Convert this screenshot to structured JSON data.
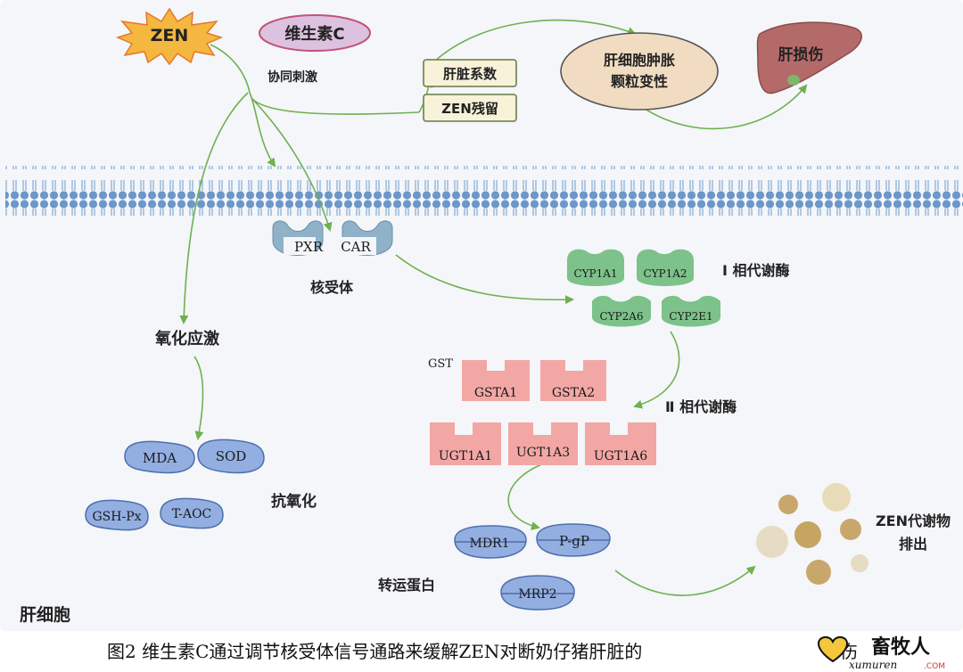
{
  "top": {
    "zen": "ZEN",
    "vitamin_c": "维生素C",
    "co_stimulation": "协同刺激",
    "liver_index": "肝脏系数",
    "zen_residue": "ZEN残留",
    "cell_swelling_line1": "肝细胞肿胀",
    "cell_swelling_line2": "颗粒变性",
    "liver_injury": "肝损伤"
  },
  "receptors": {
    "pxr": "PXR",
    "car": "CAR",
    "label": "核受体"
  },
  "phase1": {
    "title": "Ⅰ 相代谢酶",
    "enzymes": [
      "CYP1A1",
      "CYP1A2",
      "CYP2A6",
      "CYP2E1"
    ]
  },
  "phase2": {
    "title": "Ⅱ 相代谢酶",
    "gst": [
      "GSTA1",
      "GSTA2"
    ],
    "ugt": [
      "UGT1A1",
      "UGT1A3",
      "UGT1A6"
    ],
    "faint_text": "GST"
  },
  "oxidative": {
    "stress_label": "氧化应激",
    "enzymes": [
      "MDA",
      "SOD",
      "GSH-Px",
      "T-AOC"
    ],
    "antioxidant_label": "抗氧化"
  },
  "transport": {
    "proteins": [
      "MDR1",
      "P-gP",
      "MRP2"
    ],
    "label": "转运蛋白"
  },
  "excretion": {
    "line1": "ZEN代谢物",
    "line2": "排出"
  },
  "cell_label": "肝细胞",
  "caption": "图2    维生素C通过调节核受体信号通路来缓解ZEN对断奶仔猪肝脏的",
  "caption_tail": "伤",
  "watermark": {
    "brand": "畜牧人",
    "url_main": "xumuren",
    "url_tld": ".COM"
  },
  "colors": {
    "arrow": "#6fb04f",
    "membrane": "#6c97c9",
    "receptor": "#8fb2c9",
    "phase1": "#7cc28a",
    "phase2": "#f2a7a5",
    "blue_enzyme": "#93aee0",
    "zen_star": "#f4b73f",
    "vitc_ellipse": "#dcc2df",
    "box_fill": "#f7f2d8",
    "swelling": "#f1dcc2",
    "liver": "#b56a6a",
    "cell_label": "#e05b5b"
  }
}
